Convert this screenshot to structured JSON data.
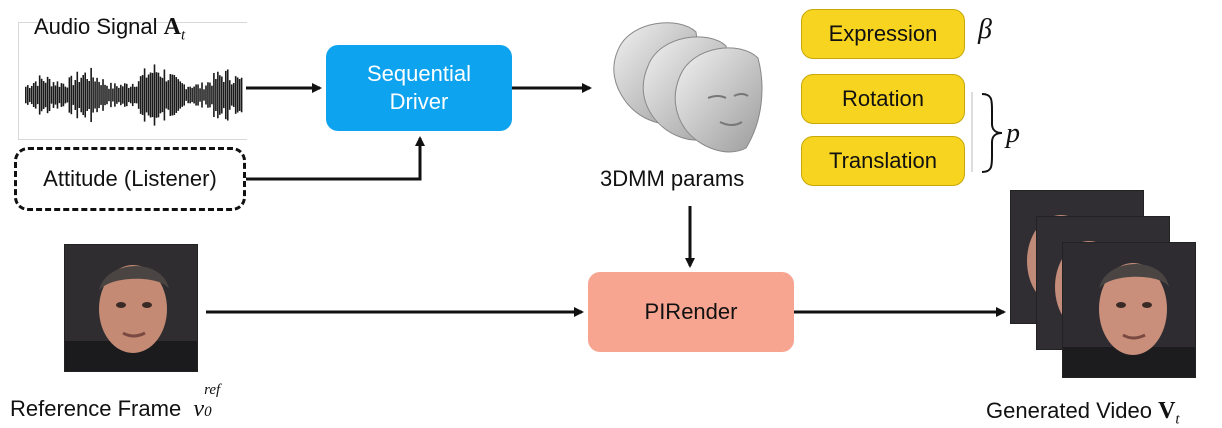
{
  "audio": {
    "label": "Audio Signal",
    "symbol": "A",
    "subscript": "t"
  },
  "attitude": {
    "label": "Attitude (Listener)"
  },
  "driver": {
    "line1": "Sequential",
    "line2": "Driver"
  },
  "params3dmm": {
    "label": "3DMM params"
  },
  "param_boxes": {
    "expression": "Expression",
    "rotation": "Rotation",
    "translation": "Translation",
    "beta": "β",
    "p": "p"
  },
  "pirender": {
    "label": "PIRender"
  },
  "reference": {
    "label": "Reference Frame",
    "symbol": "v",
    "sub": "0",
    "sup": "ref"
  },
  "generated": {
    "label": "Generated Video",
    "symbol": "V",
    "subscript": "t"
  },
  "colors": {
    "driver": "#0ea3ef",
    "param": "#f6d41f",
    "pirender": "#f7a491"
  }
}
